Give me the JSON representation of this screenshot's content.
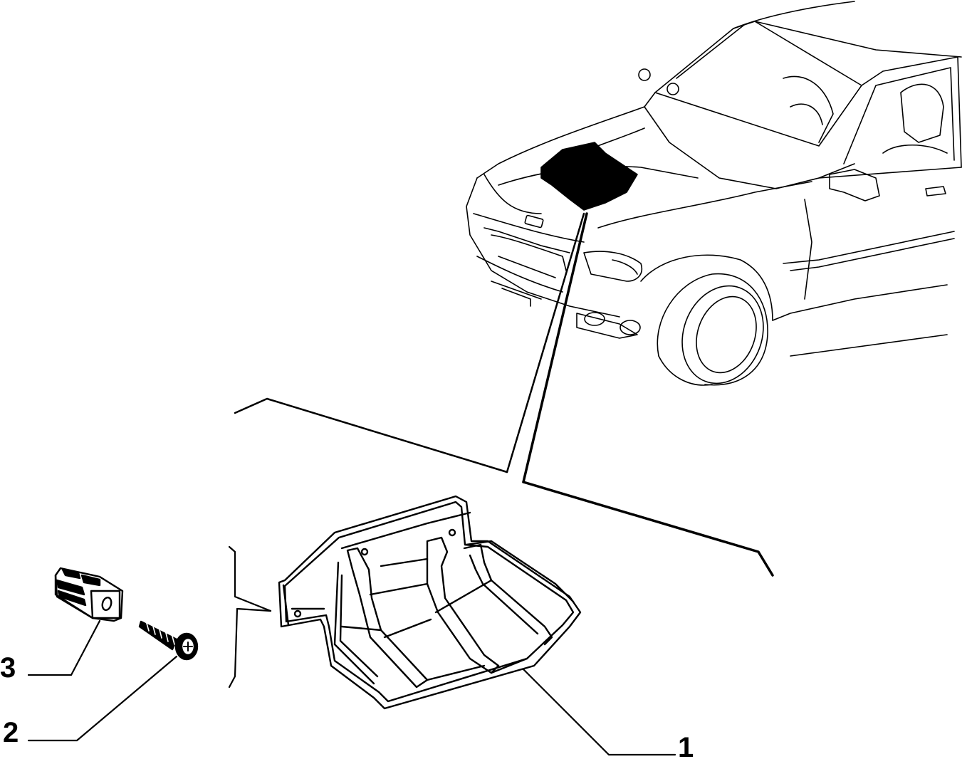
{
  "callouts": [
    {
      "id": "1",
      "label": "1",
      "part": "engine-undershield"
    },
    {
      "id": "2",
      "label": "2",
      "part": "self-tapping-screw"
    },
    {
      "id": "3",
      "label": "3",
      "part": "plastic-retaining-clip"
    }
  ],
  "colors": {
    "ink": "#000000",
    "background": "#ffffff"
  }
}
